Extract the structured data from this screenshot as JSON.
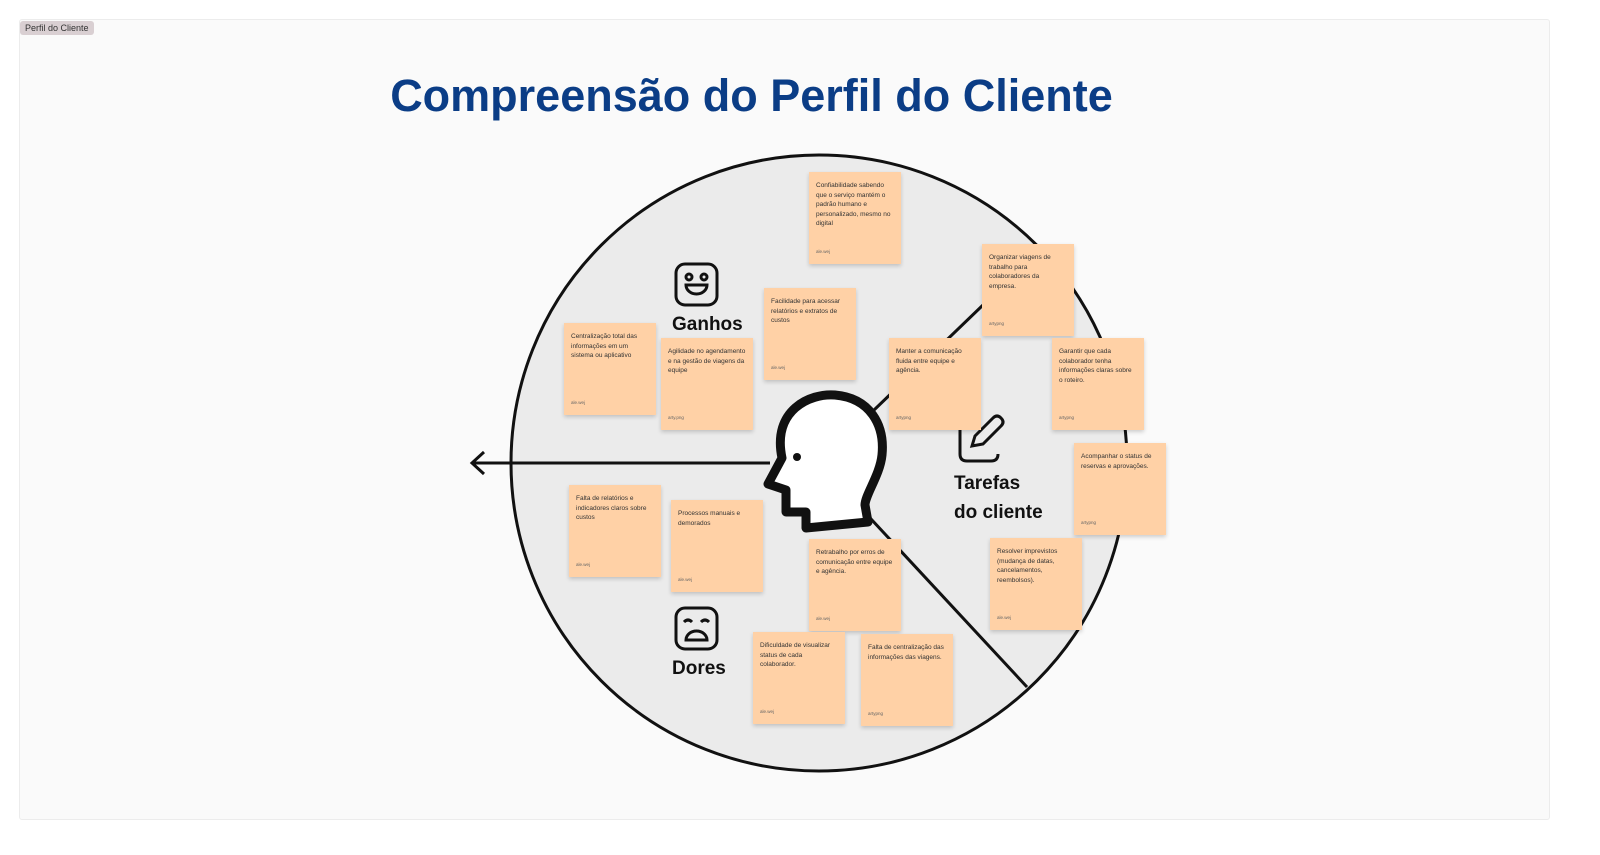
{
  "frame_label": "Perfil do Cliente",
  "title": "Compreensão do Perfil do Cliente",
  "sections": {
    "gains": "Ganhos",
    "pains": "Dores",
    "jobs_line1": "Tarefas",
    "jobs_line2": "do cliente"
  },
  "notes": [
    {
      "text": "Confiabilidade sabendo que o serviço mantém o padrão humano e personalizado, mesmo no digital",
      "author": "ale.wej"
    },
    {
      "text": "Facilidade para acessar relatórios e extratos de custos",
      "author": "ale.wej"
    },
    {
      "text": "Centralização total das informações em um sistema ou aplicativo",
      "author": "ale.wej"
    },
    {
      "text": "Agilidade no agendamento e na gestão de viagens da equipe",
      "author": "arty.png"
    },
    {
      "text": "Manter a comunicação fluida entre equipe e agência.",
      "author": "artypng"
    },
    {
      "text": "Organizar viagens de trabalho para colaboradores da empresa.",
      "author": "artypng"
    },
    {
      "text": "Garantir que cada colaborador tenha informações claras sobre o roteiro.",
      "author": "artypng"
    },
    {
      "text": "Acompanhar o status de reservas e aprovações.",
      "author": "artypng"
    },
    {
      "text": "Resolver imprevistos (mudança de datas, cancelamentos, reembolsos).",
      "author": "ale.wej"
    },
    {
      "text": "Falta de relatórios e indicadores claros sobre custos",
      "author": "ale.wej"
    },
    {
      "text": "Processos manuais e demorados",
      "author": "ale.wej"
    },
    {
      "text": "Dificuldade de visualizar status de cada colaborador.",
      "author": "ale.wej"
    },
    {
      "text": "Retrabalho por erros de comunicação entre equipe e agência.",
      "author": "ale.wej"
    },
    {
      "text": "Falta de centralização das informações das viagens.",
      "author": "artypng"
    }
  ]
}
